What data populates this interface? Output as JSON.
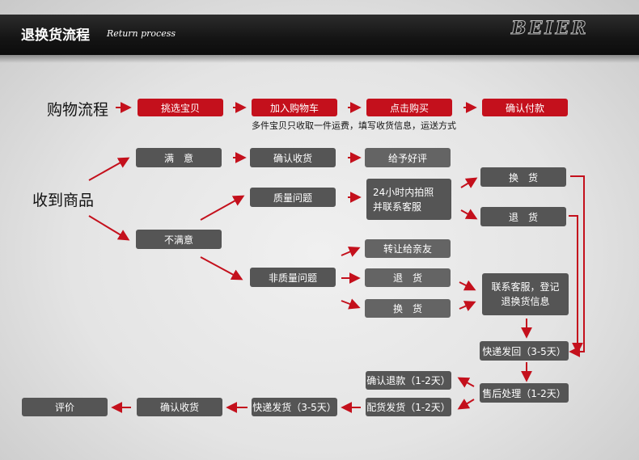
{
  "header": {
    "title_cn": "退换货流程",
    "title_en": "Return process",
    "brand": "BEIER"
  },
  "purchase": {
    "label": "购物流程",
    "steps": [
      "挑选宝贝",
      "加入购物车",
      "点击购买",
      "确认付款"
    ],
    "note": "多件宝贝只收取一件运费，填写收货信息，运送方式"
  },
  "receive": {
    "label": "收到商品",
    "satisfied": "满　意",
    "confirm_receipt": "确认收货",
    "give_review": "给予好评",
    "unsatisfied": "不满意",
    "quality_issue": "质量问题",
    "photo_contact": "24小时内拍照 并联系客服",
    "exchange": "换　货",
    "return": "退　货",
    "non_quality_issue": "非质量问题",
    "transfer": "转让给亲友",
    "return2": "退　货",
    "exchange2": "换　货",
    "contact_register": "联系客服，登记退换货信息"
  },
  "after": {
    "ship_back": "快递发回（3-5天）",
    "after_sales": "售后处理（1-2天）",
    "confirm_refund": "确认退款（1-2天）",
    "restock_ship": "配货发货（1-2天）",
    "express_ship": "快递发货（3-5天）",
    "confirm_receipt": "确认收货",
    "review": "评价"
  },
  "colors": {
    "red": "#c4101c",
    "box_gray": "#555555",
    "header": "#141414"
  }
}
